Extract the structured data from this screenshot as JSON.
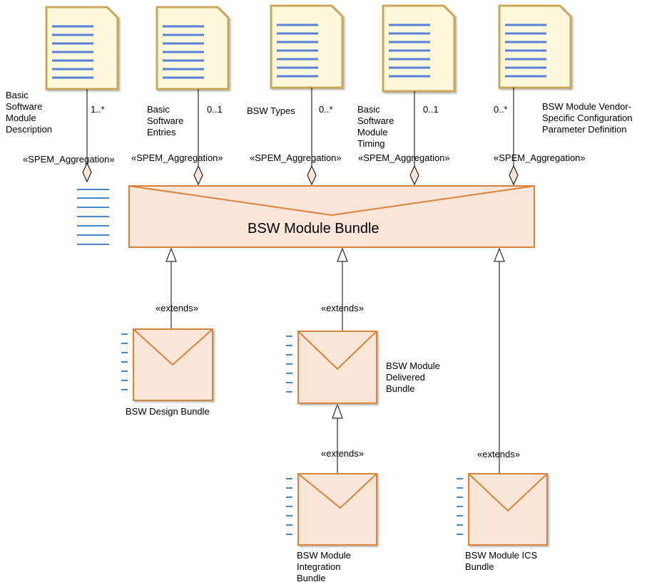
{
  "documents": [
    {
      "id": "basic-software-module-description",
      "name": "Basic\nSoftware\nModule\nDescription",
      "multiplicity": "1..*",
      "stereotype": "«SPEM_Aggregation»"
    },
    {
      "id": "basic-software-entries",
      "name": "Basic\nSoftware\nEntries",
      "multiplicity": "0..1",
      "stereotype": "«SPEM_Aggregation»"
    },
    {
      "id": "bsw-types",
      "name": "BSW Types",
      "multiplicity": "0..*",
      "stereotype": "«SPEM_Aggregation»"
    },
    {
      "id": "basic-software-module-timing",
      "name": "Basic\nSoftware\nModule\nTiming",
      "multiplicity": "0..1",
      "stereotype": "«SPEM_Aggregation»"
    },
    {
      "id": "bsw-module-vendor-specific-config",
      "name": "BSW Module Vendor-\nSpecific Configuration\nParameter Definition",
      "multiplicity": "0..*",
      "stereotype": "«SPEM_Aggregation»"
    }
  ],
  "main_bundle": {
    "name": "BSW Module Bundle"
  },
  "bundles": [
    {
      "id": "bsw-design-bundle",
      "name": "BSW Design Bundle",
      "stereotype": "«extends»"
    },
    {
      "id": "bsw-module-delivered-bundle",
      "name": "BSW Module\nDelivered\nBundle",
      "stereotype": "«extends»"
    },
    {
      "id": "bsw-module-integration-bundle",
      "name": "BSW Module\nIntegration\nBundle",
      "stereotype": "«extends»"
    },
    {
      "id": "bsw-module-ics-bundle",
      "name": "BSW Module ICS\nBundle",
      "stereotype": "«extends»"
    }
  ],
  "colors": {
    "doc_fill": "#fdf7dc",
    "doc_border": "#c8a85a",
    "doc_lines": "#5a7fd6",
    "bundle_fill": "#fae6d9",
    "bundle_border": "#d9843a",
    "side_lines": "#4a86c8",
    "line": "#000000"
  }
}
